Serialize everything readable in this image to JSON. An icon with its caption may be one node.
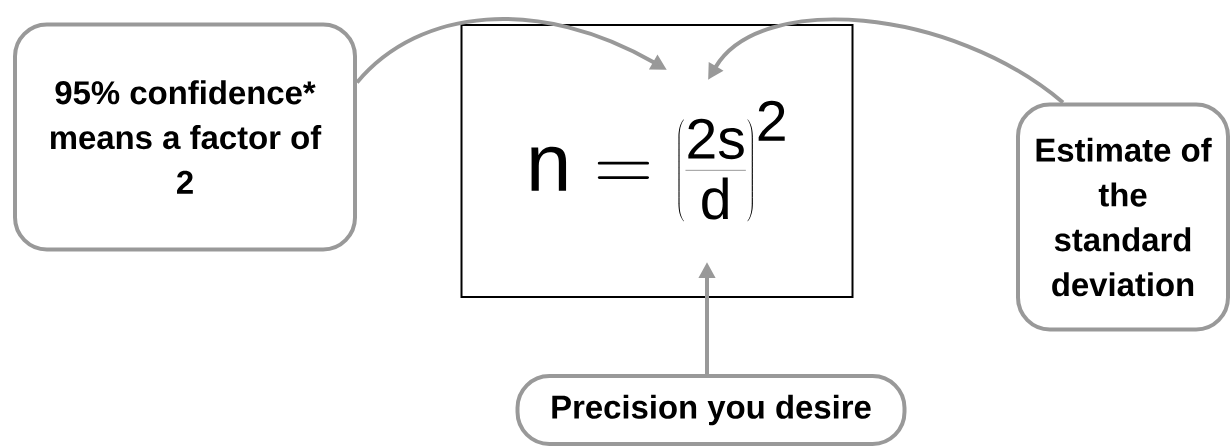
{
  "diagram": {
    "nodes": [
      {
        "text": [
          "95% confidence* means a factor of 2"
        ]
      },
      {
        "text": [
          "\\mathrm{n}=\\left(\\frac{\\mathrm{2s}}{\\mathrm{d}}\\right)^{\\mathrm{2}}"
        ]
      },
      {
        "text": [
          "Estimate of the standard deviation"
        ]
      },
      {
        "text": [
          "Precision you desire"
        ]
      }
    ],
    "edges": [
      {
        "from": 0,
        "to": 1,
        "arrow": "to"
      },
      {
        "from": 2,
        "to": 1,
        "arrow": "to"
      },
      {
        "from": 3,
        "to": 1,
        "arrow": "to"
      }
    ]
  }
}
